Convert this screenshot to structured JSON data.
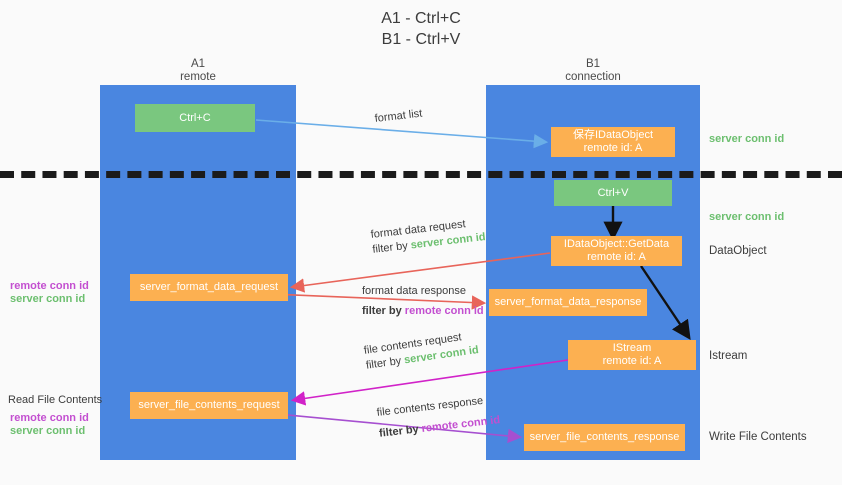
{
  "title": {
    "line1": "A1 - Ctrl+C",
    "line2": "B1 - Ctrl+V"
  },
  "columns": [
    {
      "id": "a1",
      "name": "A1",
      "sub": "remote",
      "color": "#4a86e0"
    },
    {
      "id": "b1",
      "name": "B1",
      "sub": "connection",
      "color": "#4a86e0"
    }
  ],
  "nodes": [
    {
      "id": "ctrl-c",
      "label": "Ctrl+C",
      "sub": "",
      "color": "green"
    },
    {
      "id": "save-idataobject",
      "label": "保存IDataObject",
      "sub": "remote id: A",
      "color": "orange"
    },
    {
      "id": "ctrl-v",
      "label": "Ctrl+V",
      "sub": "",
      "color": "green"
    },
    {
      "id": "idataobject-getdata",
      "label": "IDataObject::GetData",
      "sub": "remote id: A",
      "color": "orange"
    },
    {
      "id": "server-format-data-request",
      "label": "server_format_data_request",
      "sub": "",
      "color": "orange"
    },
    {
      "id": "server-format-data-response",
      "label": "server_format_data_response",
      "sub": "",
      "color": "orange"
    },
    {
      "id": "istream",
      "label": "IStream",
      "sub": "remote id: A",
      "color": "orange"
    },
    {
      "id": "server-file-contents-request",
      "label": "server_file_contents_request",
      "sub": "",
      "color": "orange"
    },
    {
      "id": "server-file-contents-response",
      "label": "server_file_contents_response",
      "sub": "",
      "color": "orange"
    }
  ],
  "side_labels": {
    "server_conn_id_top": "server conn id",
    "server_conn_id_mid": "server conn id",
    "left_mid_remote": "remote conn id",
    "left_mid_server": "server conn id",
    "read_file_contents": "Read File Contents",
    "left_bot_remote": "remote conn id",
    "left_bot_server": "server conn id",
    "dataobject": "DataObject",
    "istream": "Istream",
    "write_file_contents": "Write File Contents"
  },
  "annotations": [
    {
      "id": "format-list",
      "line1": "format list",
      "prefix": "",
      "conn": "",
      "conn_kind": ""
    },
    {
      "id": "format-data-request",
      "line1": "format data request",
      "prefix": "filter by ",
      "conn": "server conn id",
      "conn_kind": "green"
    },
    {
      "id": "format-data-response",
      "line1": "format data response",
      "prefix": "filter by ",
      "conn": "remote conn id",
      "conn_kind": "purple"
    },
    {
      "id": "file-contents-request",
      "line1": "file contents request",
      "prefix": "filter by ",
      "conn": "server conn id",
      "conn_kind": "green"
    },
    {
      "id": "file-contents-response",
      "line1": "file contents response",
      "prefix": "filter by ",
      "conn": "remote conn id",
      "conn_kind": "purple"
    }
  ],
  "colors": {
    "column_blue": "#4a86e0",
    "node_green": "#7ac77f",
    "node_orange": "#fcb051",
    "conn_green": "#6cbf6f",
    "conn_purple": "#c34fd0",
    "arrow_lightblue": "#6aaee8",
    "arrow_red": "#e8645a",
    "arrow_magenta": "#d122c8",
    "arrow_purple": "#a64fd0",
    "arrow_black": "#111111",
    "divider_black": "#1b1b1b",
    "background": "#fafafa"
  }
}
